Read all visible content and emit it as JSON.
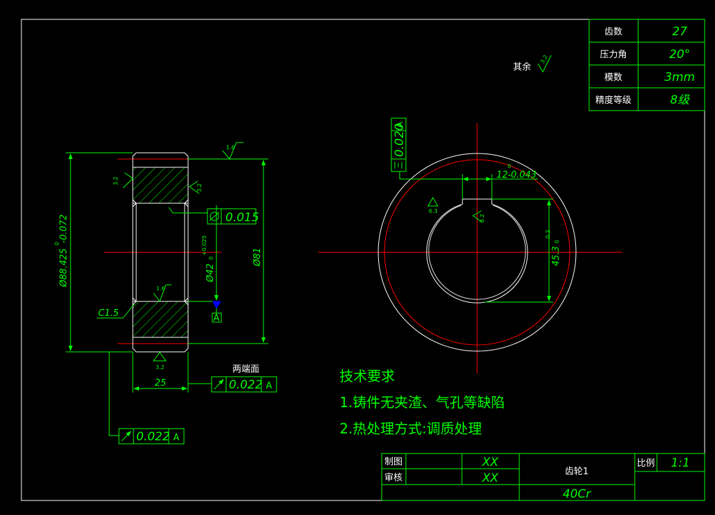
{
  "params_table": [
    {
      "label": "齿数",
      "value": "27"
    },
    {
      "label": "压力角",
      "value": "20°"
    },
    {
      "label": "模数",
      "value": "3mm"
    },
    {
      "label": "精度等级",
      "value": "8级"
    }
  ],
  "surface_note": {
    "text": "其余",
    "roughness": "3.2"
  },
  "side_view": {
    "dim_outer": "Ø88.425",
    "dim_outer_tol_upper": "0",
    "dim_outer_tol_lower": "-0.072",
    "dim_root": "Ø81",
    "dim_bore": "Ø42",
    "dim_bore_tol_upper": "+0.025",
    "dim_bore_tol_lower": "0",
    "chamfer": "C1.5",
    "width": "25",
    "roughness_top": "1.6",
    "roughness_left": "3.2",
    "roughness_right": "3.2",
    "roughness_bore": "1.6",
    "roughness_bottom": "3.2",
    "cylindricity_value": "0.015",
    "datum": "A",
    "runout_label": "两端面",
    "runout_value": "0.022",
    "runout_datum": "A",
    "runout2_value": "0.022",
    "runout2_datum": "A"
  },
  "front_view": {
    "sym_value": "0.020",
    "sym_datum": "A",
    "keyway_width": "12",
    "keyway_tol_upper": "0",
    "keyway_tol_lower": "-0.043",
    "keyway_depth": "45.3",
    "keyway_depth_tol_upper": "0.2",
    "keyway_depth_tol_lower": "0",
    "roughness_keyway_side": "6.3",
    "roughness_keyway": "3.2"
  },
  "tech_requirements": {
    "title": "技术要求",
    "items": [
      "1.铸件无夹渣、气孔等缺陷",
      "2.热处理方式:调质处理"
    ]
  },
  "title_block": {
    "drawn_label": "制图",
    "drawn_value": "XX",
    "checked_label": "审核",
    "checked_value": "XX",
    "part_name": "齿轮1",
    "scale_label": "比例",
    "scale_value": "1:1",
    "material": "40Cr"
  }
}
